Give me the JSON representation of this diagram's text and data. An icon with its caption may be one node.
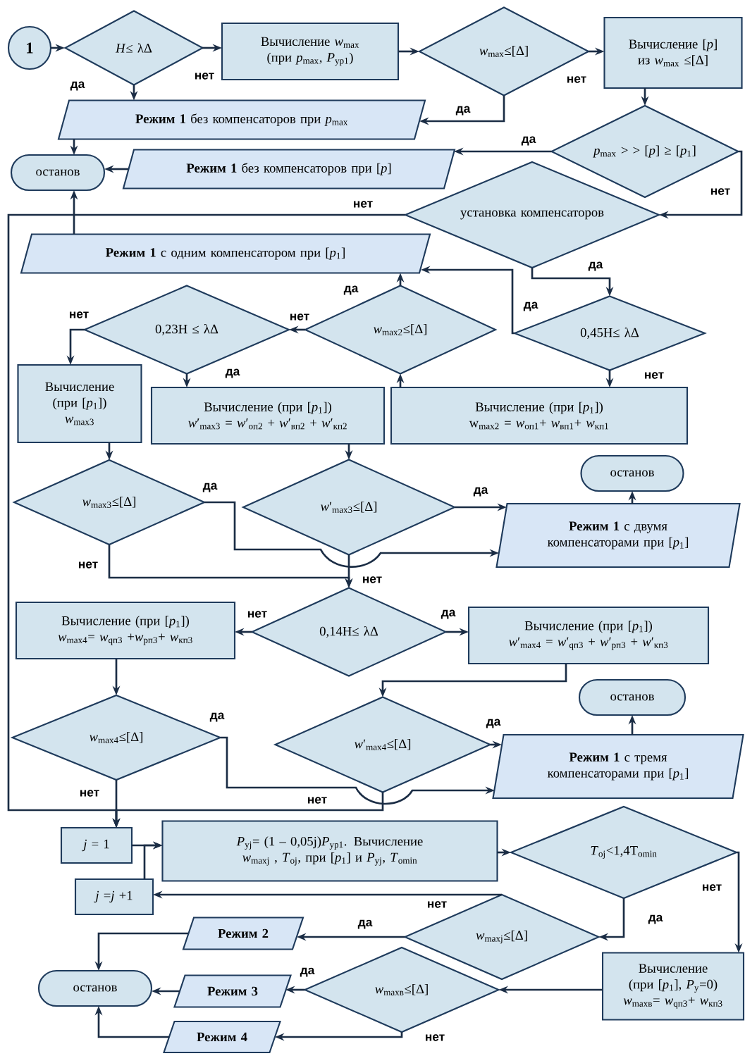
{
  "diagram": {
    "nodes": [
      {
        "text": [
          "1"
        ]
      },
      {
        "text": [
          "*H*≤ λΔ"
        ]
      },
      {
        "text": [
          "Вычисление *w*$_{max}$ (при *p*$_{max}$, *P*$_{ур1}$)"
        ]
      },
      {
        "text": [
          "*w*$_{max}$≤[Δ]"
        ]
      },
      {
        "text": [
          "Вычисление [*p*] из *w*$_{max}$ ≤[Δ]"
        ]
      },
      {
        "text": [
          "**Режим 1** без компенсаторов при *p*$_{max}$"
        ]
      },
      {
        "text": [
          "*p*$_{max}$ > > [*p*] ≥ [*p*$_{1}$]"
        ]
      },
      {
        "text": [
          "останов"
        ]
      },
      {
        "text": [
          "**Режим 1** без компенсаторов при [*p*]"
        ]
      },
      {
        "text": [
          "установка компенсаторов"
        ]
      },
      {
        "text": [
          "**Режим 1** с одним компенсатором при [*p*$_{1}$]"
        ]
      },
      {
        "text": [
          "*w*$_{max2}$≤[Δ]"
        ]
      },
      {
        "text": [
          "0,23H ≤ λΔ"
        ]
      },
      {
        "text": [
          "0,45H≤ λΔ"
        ]
      },
      {
        "text": [
          "Вычисление (при [*p*$_{1}$])",
          "*w*$_{max3}$"
        ]
      },
      {
        "text": [
          "Вычисление (при [*p*$_{1}$])",
          "*w*′$_{max3}$ = *w*′$_{оп2}$ + *w*′$_{вп2}$ + *w*′$_{кп2}$"
        ]
      },
      {
        "text": [
          "Вычисление (при [*p*$_{1}$])",
          "w$_{max2}$ = *w*$_{оп1}$+ *w*$_{вп1}$+ *w*$_{кп1}$"
        ]
      },
      {
        "text": [
          "*w*$_{max3}$≤[Δ]"
        ]
      },
      {
        "text": [
          "*w*′$_{max3}$≤[Δ]"
        ]
      },
      {
        "text": [
          "останов"
        ]
      },
      {
        "text": [
          "**Режим 1** с двумя компенсаторами при [*p*$_{1}$]"
        ]
      },
      {
        "text": [
          "0,14H≤ λΔ"
        ]
      },
      {
        "text": [
          "Вычисление (при [*p*$_{1}$])",
          "*w*$_{max4}$= *w*$_{qп3}$ +*w*$_{pп3}$+ *w*$_{кп3}$"
        ]
      },
      {
        "text": [
          "*w*$_{max4}$≤[Δ]"
        ]
      },
      {
        "text": [
          "Вычисление (при [*p*$_{1}$])",
          "*w*′$_{max4}$ = *w*′$_{qп3}$ + *w*′$_{pп3}$ + *w*′$_{кп3}$"
        ]
      },
      {
        "text": [
          "*w*′$_{max4}$≤[Δ]"
        ]
      },
      {
        "text": [
          "останов"
        ]
      },
      {
        "text": [
          "**Режим 1** с тремя компенсаторами при [*p*$_{1}$]"
        ]
      },
      {
        "text": [
          "*j* = 1"
        ]
      },
      {
        "text": [
          "*P*$_{уj}$= (1 – 0,05j)*P*$_{ур1}$. Вычисление *w*$_{maxj}$ , *T*$_{оj}$, при [*p*$_{1}$] и *P*$_{уj}$, *T*$_{оmin}$"
        ]
      },
      {
        "text": [
          "*T*$_{оj}$<1,4T$_{оmin}$"
        ]
      },
      {
        "text": [
          "*j* =*j* +1"
        ]
      },
      {
        "text": [
          "*w*$_{maxj}$≤[Δ]"
        ]
      },
      {
        "text": [
          "Режим 2"
        ]
      },
      {
        "text": [
          "останов"
        ]
      },
      {
        "text": [
          "Режим 3"
        ]
      },
      {
        "text": [
          "*w*$_{maxв}$≤[Δ]"
        ]
      },
      {
        "text": [
          "Вычисление (при [*p*$_{1}$], *P*$_{у}$=0)",
          "*w*$_{maxв}$= *w*$_{qп3}$+ *w*$_{кп3}$"
        ]
      },
      {
        "text": [
          "Режим 4"
        ]
      }
    ],
    "edges": [
      {
        "from": 0,
        "to": 1,
        "arrow": "to"
      },
      {
        "from": 1,
        "to": 2,
        "arrow": "to",
        "label": "нет"
      },
      {
        "from": 1,
        "to": 5,
        "arrow": "to",
        "label": "да"
      },
      {
        "from": 2,
        "to": 3,
        "arrow": "to"
      },
      {
        "from": 3,
        "to": 4,
        "arrow": "to",
        "label": "нет"
      },
      {
        "from": 3,
        "to": 5,
        "arrow": "to",
        "label": "да"
      },
      {
        "from": 4,
        "to": 6,
        "arrow": "to"
      },
      {
        "from": 5,
        "to": 7,
        "arrow": "to"
      },
      {
        "from": 8,
        "to": 7,
        "arrow": "to"
      },
      {
        "from": 6,
        "to": 8,
        "arrow": "to",
        "label": "да"
      },
      {
        "from": 6,
        "to": 9,
        "arrow": "to",
        "label": "нет"
      },
      {
        "from": 9,
        "to": 28,
        "arrow": "to",
        "label": "нет"
      },
      {
        "from": 9,
        "to": 13,
        "arrow": "to",
        "label": "да"
      },
      {
        "from": 13,
        "to": 10,
        "arrow": "to",
        "label": "да"
      },
      {
        "from": 10,
        "to": 7,
        "arrow": "to"
      },
      {
        "from": 13,
        "to": 16,
        "arrow": "to",
        "label": "нет"
      },
      {
        "from": 16,
        "to": 11,
        "arrow": "to"
      },
      {
        "from": 11,
        "to": 10,
        "arrow": "to",
        "label": "да"
      },
      {
        "from": 11,
        "to": 12,
        "arrow": "to",
        "label": "нет"
      },
      {
        "from": 12,
        "to": 14,
        "arrow": "to",
        "label": "нет"
      },
      {
        "from": 12,
        "to": 15,
        "arrow": "to",
        "label": "да"
      },
      {
        "from": 14,
        "to": 17,
        "arrow": "to"
      },
      {
        "from": 15,
        "to": 18,
        "arrow": "to"
      },
      {
        "from": 17,
        "to": 20,
        "arrow": "to",
        "label": "да"
      },
      {
        "from": 18,
        "to": 20,
        "arrow": "to",
        "label": "да"
      },
      {
        "from": 17,
        "to": 21,
        "arrow": "to",
        "label": "нет"
      },
      {
        "from": 18,
        "to": 21,
        "arrow": "to",
        "label": "нет"
      },
      {
        "from": 20,
        "to": 19,
        "arrow": "to"
      },
      {
        "from": 21,
        "to": 22,
        "arrow": "to",
        "label": "нет"
      },
      {
        "from": 21,
        "to": 24,
        "arrow": "to",
        "label": "да"
      },
      {
        "from": 22,
        "to": 23,
        "arrow": "to"
      },
      {
        "from": 24,
        "to": 25,
        "arrow": "to"
      },
      {
        "from": 23,
        "to": 27,
        "arrow": "to",
        "label": "да"
      },
      {
        "from": 25,
        "to": 27,
        "arrow": "to",
        "label": "да"
      },
      {
        "from": 27,
        "to": 26,
        "arrow": "to"
      },
      {
        "from": 23,
        "to": 28,
        "arrow": "to",
        "label": "нет"
      },
      {
        "from": 25,
        "to": 28,
        "arrow": "to",
        "label": "нет"
      },
      {
        "from": 28,
        "to": 29,
        "arrow": "to"
      },
      {
        "from": 31,
        "to": 29,
        "arrow": "to"
      },
      {
        "from": 29,
        "to": 30,
        "arrow": "to"
      },
      {
        "from": 30,
        "to": 32,
        "arrow": "to",
        "label": "да"
      },
      {
        "from": 30,
        "to": 37,
        "arrow": "to",
        "label": "нет"
      },
      {
        "from": 32,
        "to": 31,
        "arrow": "to",
        "label": "нет"
      },
      {
        "from": 32,
        "to": 33,
        "arrow": "to",
        "label": "да"
      },
      {
        "from": 33,
        "to": 34,
        "arrow": "to"
      },
      {
        "from": 37,
        "to": 36,
        "arrow": "to"
      },
      {
        "from": 36,
        "to": 35,
        "arrow": "to",
        "label": "да"
      },
      {
        "from": 35,
        "to": 34,
        "arrow": "to"
      },
      {
        "from": 36,
        "to": 38,
        "arrow": "to",
        "label": "нет"
      },
      {
        "from": 38,
        "to": 34,
        "arrow": "to"
      }
    ]
  }
}
